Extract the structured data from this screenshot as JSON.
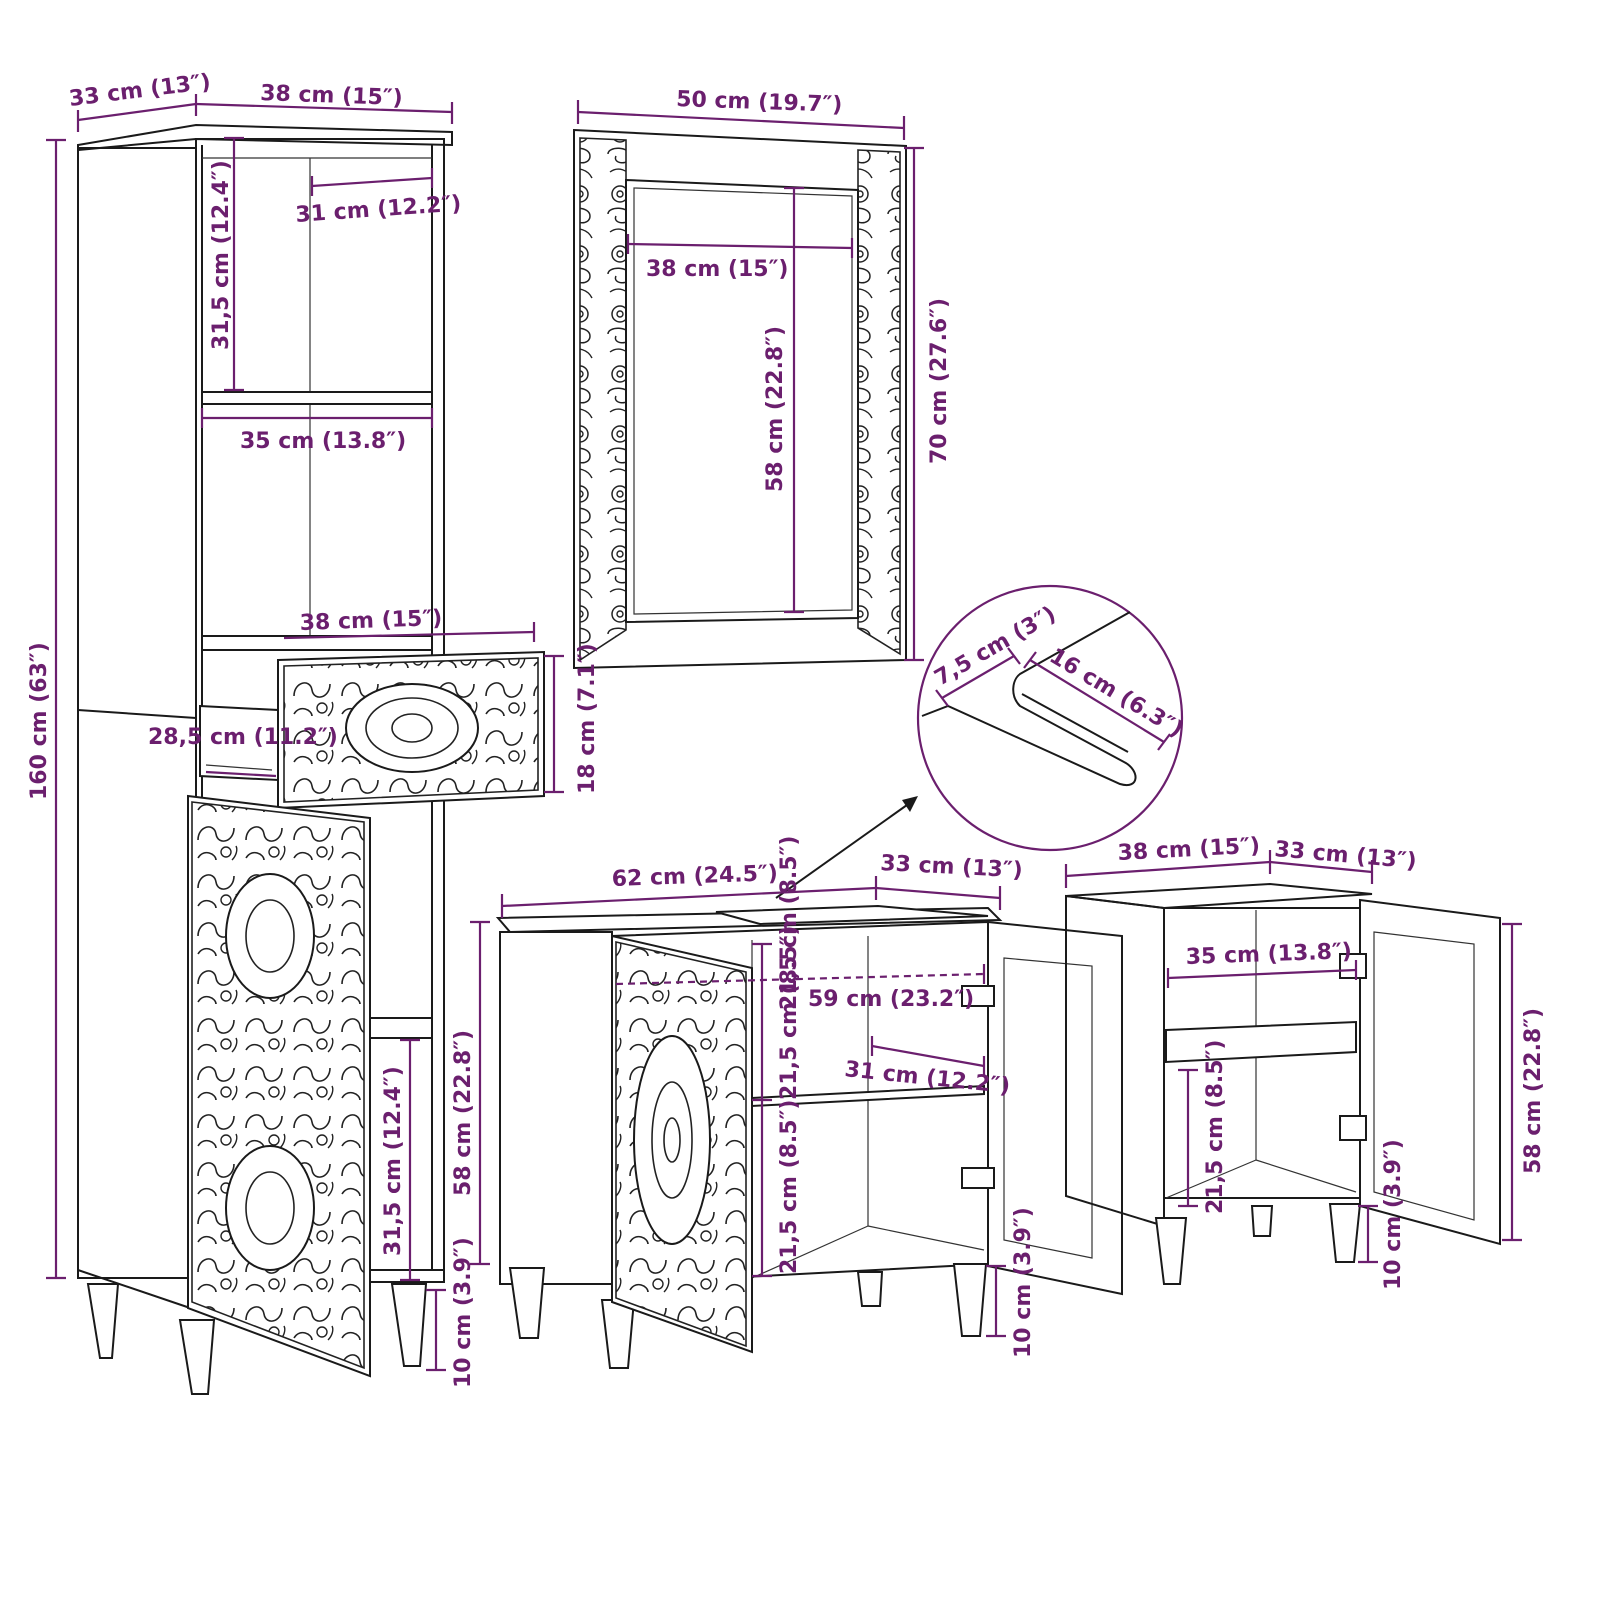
{
  "colors": {
    "dimension": "#6b1f6e",
    "outline": "#1a1a1a",
    "background": "#ffffff"
  },
  "tall_cabinet": {
    "depth": "33 cm (13″)",
    "width": "38 cm (15″)",
    "shelf_depth": "31 cm (12.2″)",
    "upper_compartment_height": "31,5 cm (12.4″)",
    "shelf_width": "35 cm (13.8″)",
    "drawer_width": "38 cm (15″)",
    "drawer_depth": "28,5 cm (11.2″)",
    "drawer_height": "18 cm (7.1″)",
    "total_height": "160 cm (63″)",
    "lower_compartment_height": "31,5 cm (12.4″)",
    "leg_height": "10 cm (3.9″)"
  },
  "mirror": {
    "outer_width": "50 cm (19.7″)",
    "inner_width": "38 cm (15″)",
    "inner_height": "58 cm (22.8″)",
    "outer_height": "70 cm (27.6″)"
  },
  "sink_cutout_detail": {
    "depth": "7,5 cm (3″)",
    "length": "16 cm (6.3″)"
  },
  "sink_cabinet": {
    "width": "62 cm (24.5″)",
    "depth": "33 cm (13″)",
    "inner_width": "59 cm (23.2″)",
    "shelf_depth": "31 cm (12.2″)",
    "cutout_height": "21,5 cm (8.5″)",
    "upper_compartment_height": "21,5 cm (8.5″)",
    "lower_compartment_height": "21,5 cm (8.5″)",
    "height": "58 cm (22.8″)",
    "leg_height": "10 cm (3.9″)"
  },
  "small_cabinet": {
    "width": "38 cm (15″)",
    "depth": "33 cm (13″)",
    "shelf_width": "35 cm (13.8″)",
    "compartment_height": "21,5 cm (8.5″)",
    "height": "58 cm (22.8″)",
    "leg_height": "10 cm (3.9″)"
  }
}
